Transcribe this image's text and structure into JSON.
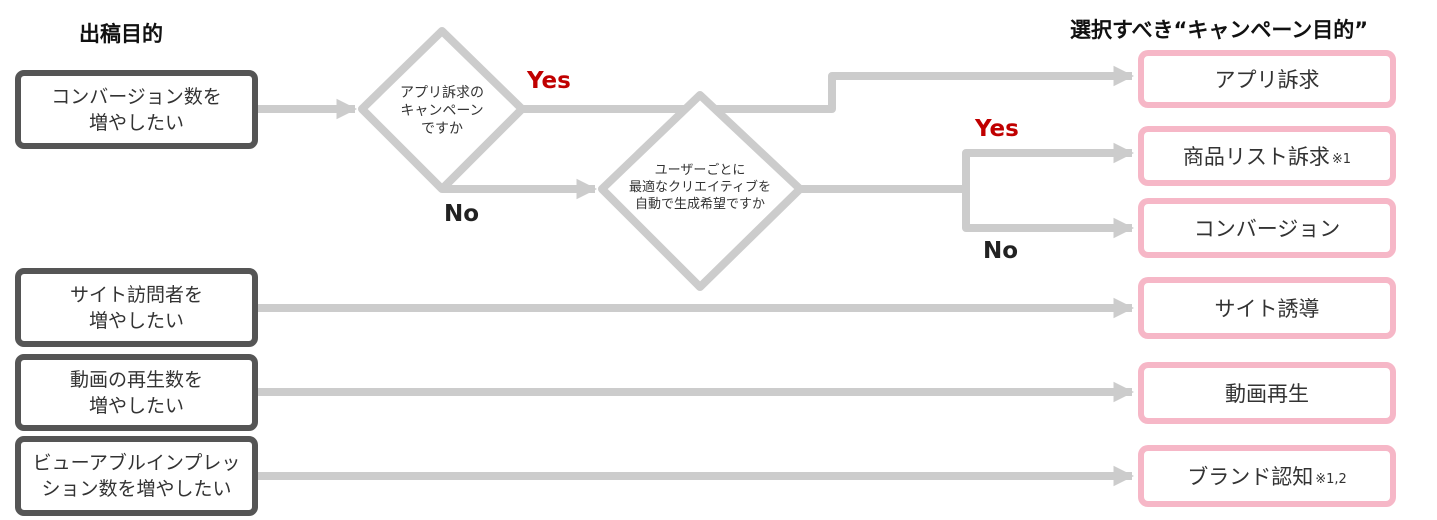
{
  "headings": {
    "left": "出稿目的",
    "right": "選択すべき“キャンペーン目的”"
  },
  "goals": [
    "コンバージョン数を\n増やしたい",
    "サイト訪問者を\n増やしたい",
    "動画の再生数を\n増やしたい",
    "ビューアブルインプレッ\nション数を増やしたい"
  ],
  "questions": {
    "q1": "アプリ訴求の\nキャンペーン\nですか",
    "q2": "ユーザーごとに\n最適なクリエイティブを\n自動で生成希望ですか"
  },
  "branch_labels": {
    "q1_yes": "Yes",
    "q1_no": "No",
    "q2_yes": "Yes",
    "q2_no": "No"
  },
  "results": [
    {
      "label": "アプリ訴求",
      "note": ""
    },
    {
      "label": "商品リスト訴求",
      "note": "※1"
    },
    {
      "label": "コンバージョン",
      "note": ""
    },
    {
      "label": "サイト誘導",
      "note": ""
    },
    {
      "label": "動画再生",
      "note": ""
    },
    {
      "label": "ブランド認知",
      "note": "※1,2"
    }
  ],
  "colors": {
    "connector": "#cccccc",
    "goal_border": "#555555",
    "result_border": "#f6b7c7",
    "yes_text": "#c00000"
  }
}
